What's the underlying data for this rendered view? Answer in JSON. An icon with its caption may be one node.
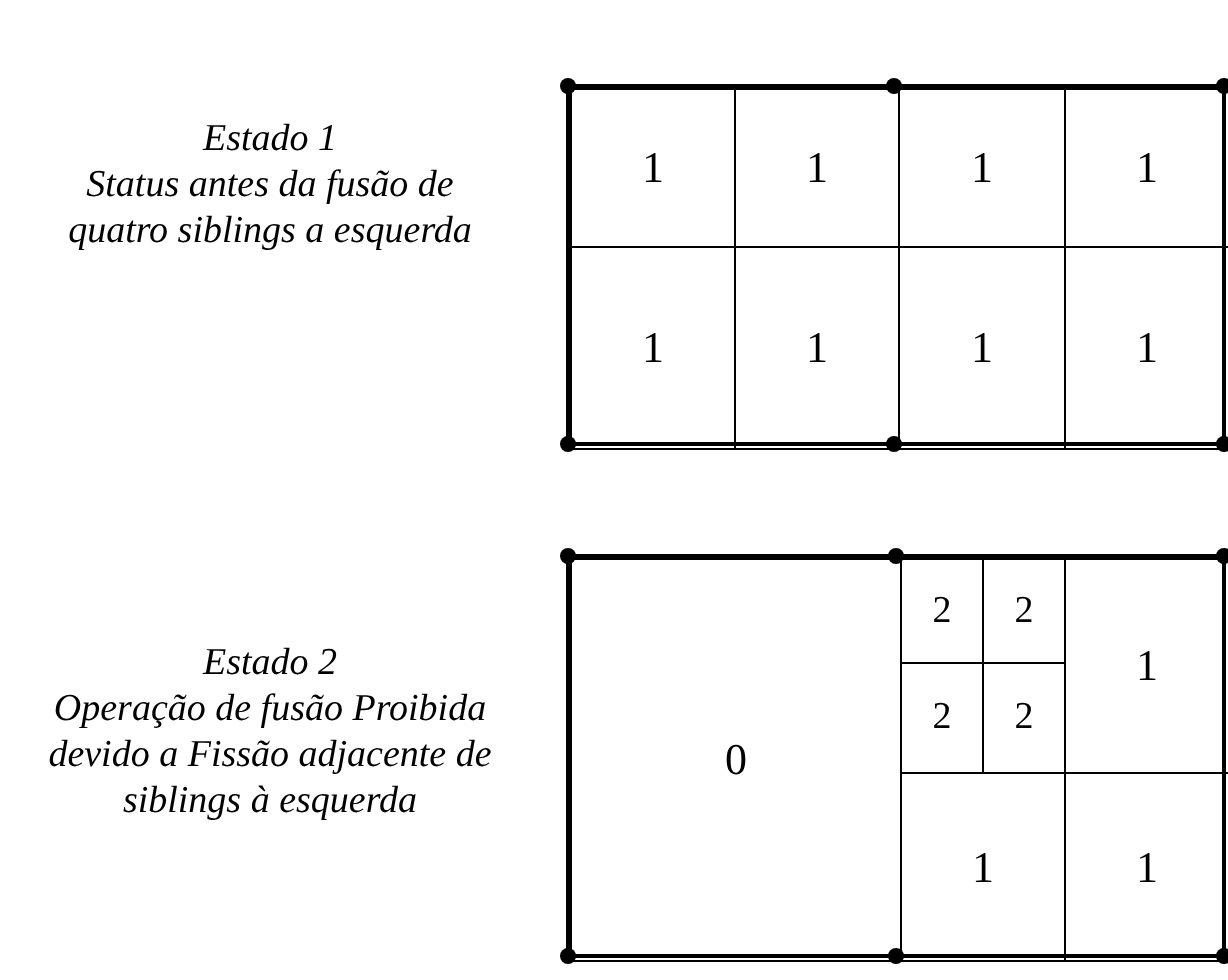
{
  "diagram": {
    "nodes": [
      {
        "text": [],
        "shape": "box",
        "beside": [
          "Estado 1",
          "Status antes da fusão de quatro siblings a esquerda"
        ]
      },
      {
        "text": [
          "1"
        ],
        "in": 0
      },
      {
        "text": [
          "1"
        ],
        "in": 0
      },
      {
        "text": [
          "1"
        ],
        "in": 0
      },
      {
        "text": [
          "1"
        ],
        "in": 0
      },
      {
        "text": [
          "1"
        ],
        "in": 0
      },
      {
        "text": [
          "1"
        ],
        "in": 0
      },
      {
        "text": [
          "1"
        ],
        "in": 0
      },
      {
        "text": [
          "1"
        ],
        "in": 0
      },
      {
        "text": [],
        "shape": "box",
        "beside": [
          "Estado 2",
          "Operação de fusão Proibida devido a Fissão adjacente de siblings à esquerda"
        ]
      },
      {
        "text": [
          "0"
        ],
        "in": 9
      },
      {
        "text": [
          "2"
        ],
        "in": 9
      },
      {
        "text": [
          "2"
        ],
        "in": 9
      },
      {
        "text": [
          "2"
        ],
        "in": 9
      },
      {
        "text": [
          "2"
        ],
        "in": 9
      },
      {
        "text": [
          "1"
        ],
        "in": 9
      },
      {
        "text": [
          "1"
        ],
        "in": 9
      },
      {
        "text": [
          "1"
        ],
        "in": 9
      }
    ],
    "edges": []
  }
}
